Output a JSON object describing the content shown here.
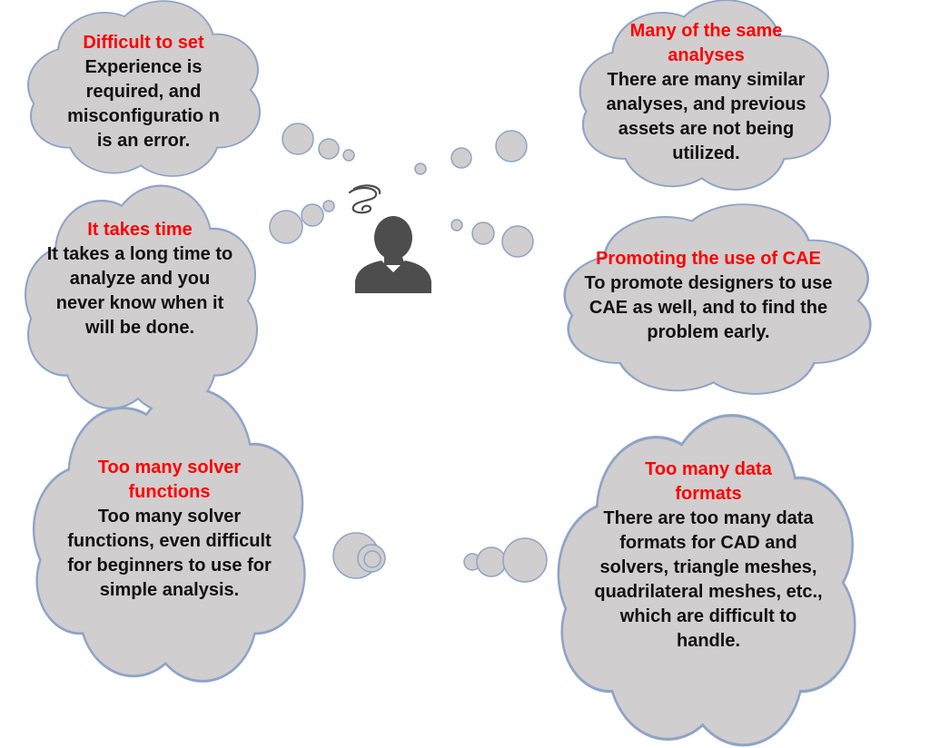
{
  "colors": {
    "cloud_fill": "#d0cece",
    "cloud_stroke": "#8ea3c8",
    "title_text": "#ff0000",
    "body_text": "#111111",
    "person": "#4d4d4d"
  },
  "center": {
    "icon": "person-icon",
    "thought_icon": "confused-swirl-icon"
  },
  "clouds": [
    {
      "id": "difficult-to-set",
      "title": "Difficult to set",
      "body": "Experience is required, and misconfiguratio n is an error."
    },
    {
      "id": "many-same-analyses",
      "title": "Many of the same analyses",
      "body": "There are many similar analyses, and previous assets are not being utilized."
    },
    {
      "id": "takes-time",
      "title": "It takes time",
      "body": "It takes a long time to analyze and you never know when it will be done."
    },
    {
      "id": "promoting-cae",
      "title": "Promoting the use of CAE",
      "body": "To promote designers to use CAE as well, and to find the problem early."
    },
    {
      "id": "too-many-solver-functions",
      "title": "Too many solver functions",
      "body": "Too many solver functions, even difficult for beginners to use for simple analysis."
    },
    {
      "id": "too-many-data-formats",
      "title": "Too many data formats",
      "body": "There are too many data formats for CAD and solvers, triangle meshes, quadrilateral meshes, etc., which are difficult to handle."
    }
  ]
}
